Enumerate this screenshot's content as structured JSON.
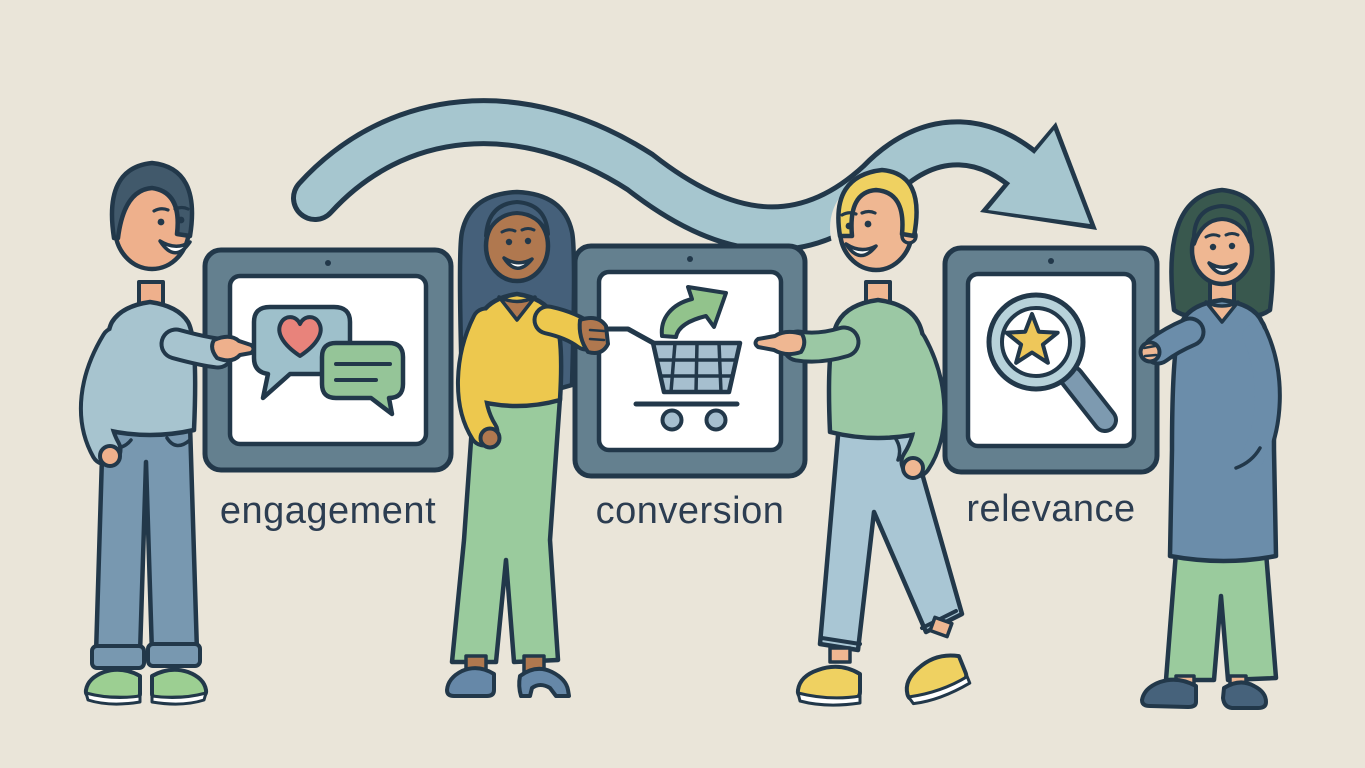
{
  "palette": {
    "background": "#eae5d9",
    "outline": "#22384a",
    "arrow": "#a6c6cf",
    "tablet_frame": "#64808f",
    "screen": "#ffffff",
    "label_text": "#2c3d51",
    "bubble_blue": "#9ec0cb",
    "bubble_green": "#95c598",
    "heart": "#e8837b",
    "cart": "#a6bfcf",
    "growth_arrow": "#92c38c",
    "magnifier_ring": "#b7d2da",
    "magnifier_handle": "#7d9ab0",
    "star": "#eec75a",
    "skin_light": "#eeb08c",
    "skin_tan": "#efb792",
    "skin_brown": "#b0784f",
    "hair_slate": "#41596b",
    "hair_blue": "#45607a",
    "hair_blond": "#efd161",
    "hair_green": "#39584e",
    "sweater_blue": "#a7c4cf",
    "sweater_green": "#9bc8a4",
    "sweater_steel": "#6b8daa",
    "top_yellow": "#edc84e",
    "pants_jeans": "#7898b0",
    "pants_blue": "#a9c6d4",
    "pants_green": "#9acb9d",
    "shoe_green": "#9ccf92",
    "shoe_yellow": "#efd161",
    "shoe_blue": "#6688a8",
    "shoe_dark": "#46627b",
    "sole": "#ffffff"
  },
  "illustration": {
    "flow_arrow": "s-curve-flow-arrow",
    "stages": [
      {
        "label": "engagement",
        "icon": "chat-bubbles-with-heart-icon"
      },
      {
        "label": "conversion",
        "icon": "shopping-cart-with-growth-arrow-icon"
      },
      {
        "label": "relevance",
        "icon": "magnifying-glass-with-star-icon"
      }
    ],
    "figures": [
      "man in light-blue sweater pointing at engagement tablet",
      "woman in yellow top holding conversion tablet",
      "man in green sweater pointing at conversion tablet",
      "woman in slate sweater holding relevance tablet"
    ]
  }
}
